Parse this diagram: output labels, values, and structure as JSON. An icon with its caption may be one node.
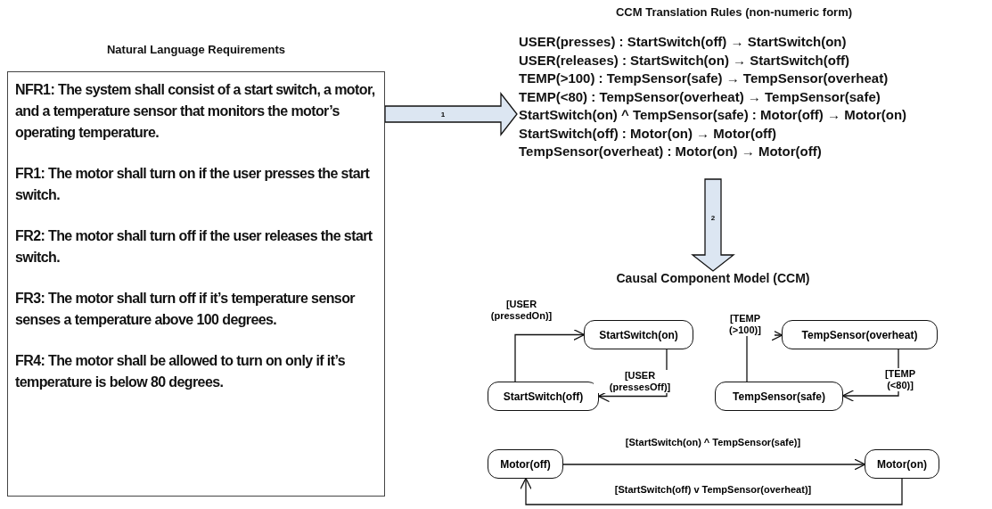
{
  "diagram": {
    "nodes": [
      {
        "text": [
          "Natural Language Requirements",
          "NFR1: The system shall consist of a start switch, a motor, and a temperature sensor that monitors the motor’s operating temperature.",
          "FR1: The motor shall turn on if the user presses the start switch.",
          "FR2: The motor shall turn off if the user releases the start switch.",
          "FR3: The motor shall turn off if it’s temperature sensor senses a temperature above 100 degrees.",
          "FR4: The motor shall be allowed to turn on only if it’s temperature is below 80 degrees."
        ]
      },
      {
        "text": [
          "CCM Translation Rules (non-numeric form)",
          "USER(presses) : StartSwitch(off) → StartSwitch(on)",
          "USER(releases) : StartSwitch(on) → StartSwitch(off)",
          "TEMP(>100) : TempSensor(safe) → TempSensor(overheat)",
          "TEMP(<80) : TempSensor(overheat) → TempSensor(safe)",
          "StartSwitch(on) ^ TempSensor(safe) : Motor(off) → Motor(on)",
          "StartSwitch(off) : Motor(on) → Motor(off)",
          "TempSensor(overheat) : Motor(on) → Motor(off)"
        ]
      },
      {
        "text": [
          "Causal Component Model (CCM)"
        ]
      },
      {
        "text": [
          "StartSwitch(on)"
        ]
      },
      {
        "text": [
          "StartSwitch(off)"
        ]
      },
      {
        "text": [
          "TempSensor(overheat)"
        ]
      },
      {
        "text": [
          "TempSensor(safe)"
        ]
      },
      {
        "text": [
          "Motor(off)"
        ]
      },
      {
        "text": [
          "Motor(on)"
        ]
      }
    ],
    "edges": [
      {
        "from": 0,
        "to": 1,
        "arrow": "to",
        "label": "1",
        "style": "thick"
      },
      {
        "from": 1,
        "to": 2,
        "arrow": "to",
        "label": "2",
        "style": "thick"
      },
      {
        "from": 4,
        "to": 3,
        "arrow": "to",
        "label": "[USER (pressedOn)]"
      },
      {
        "from": 3,
        "to": 4,
        "arrow": "to",
        "label": "[USER (pressesOff)]"
      },
      {
        "from": 6,
        "to": 5,
        "arrow": "to",
        "label": "[TEMP (>100)]"
      },
      {
        "from": 5,
        "to": 6,
        "arrow": "to",
        "label": "[TEMP (<80)]"
      },
      {
        "from": 7,
        "to": 8,
        "arrow": "to",
        "label": "[StartSwitch(on) ^ TempSensor(safe)]"
      },
      {
        "from": 8,
        "to": 7,
        "arrow": "to",
        "label": "[StartSwitch(off) v TempSensor(overheat)]"
      }
    ]
  }
}
